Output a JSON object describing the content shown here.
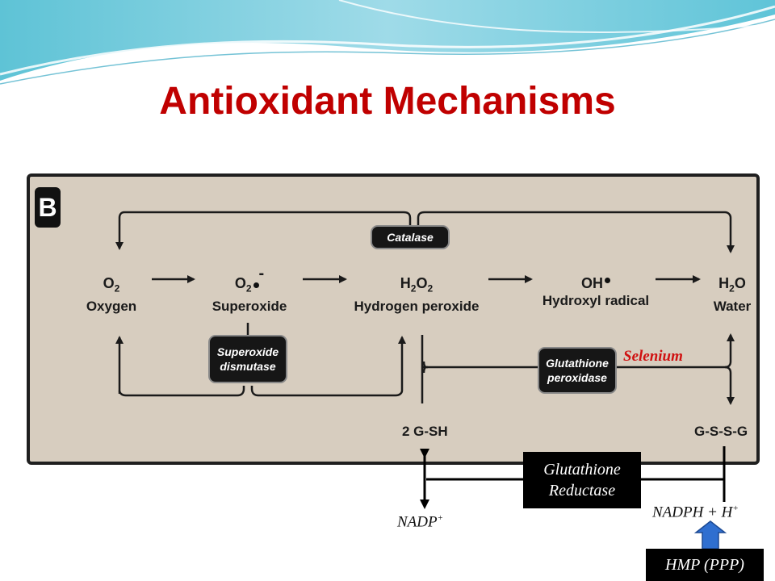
{
  "title": "Antioxidant Mechanisms",
  "panel_label": "B",
  "species": {
    "oxygen": {
      "formula": "O",
      "sub": "2",
      "name": "Oxygen"
    },
    "superoxide": {
      "formula": "O",
      "sub": "2",
      "name": "Superoxide"
    },
    "hydrogen_peroxide": {
      "formula_a": "H",
      "sub_a": "2",
      "formula_b": "O",
      "sub_b": "2",
      "name": "Hydrogen peroxide"
    },
    "hydroxyl": {
      "formula": "OH",
      "name": "Hydroxyl radical"
    },
    "water": {
      "formula_a": "H",
      "sub_a": "2",
      "formula_b": "O",
      "name": "Water"
    }
  },
  "enzymes": {
    "catalase": "Catalase",
    "sod_line1": "Superoxide",
    "sod_line2": "dismutase",
    "gpx_line1": "Glutathione",
    "gpx_line2": "peroxidase"
  },
  "cofactor": "Selenium",
  "glutathione": {
    "reduced": "2 G-SH",
    "oxidized": "G-S-S-G"
  },
  "reductase": {
    "line1": "Glutathione",
    "line2": "Reductase"
  },
  "nadp": "NADP",
  "nadp_sup": "+",
  "nadph": "NADPH + H",
  "nadph_sup": "+",
  "hmp": "HMP (PPP)",
  "colors": {
    "title": "#c00000",
    "panel": "#d7cdbf",
    "arrow_blue": "#2f6fd0",
    "selenium": "#d01010"
  }
}
